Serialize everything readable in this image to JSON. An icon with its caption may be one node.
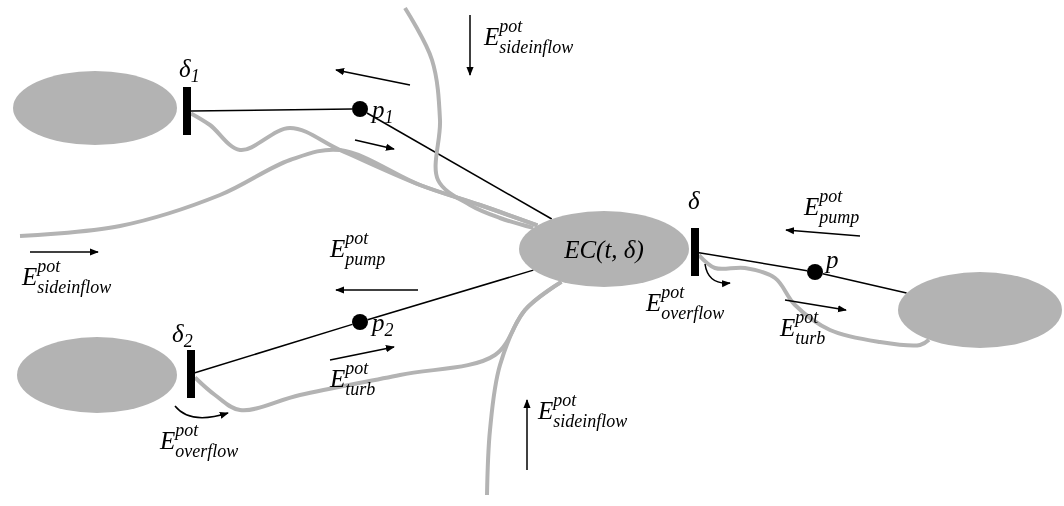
{
  "diagram": {
    "nodes": [
      {
        "text": [],
        "shape": "ellipse"
      },
      {
        "text": [
          "δ$_{1}$"
        ]
      },
      {
        "text": [
          "p$_{1}$"
        ]
      },
      {
        "text": [
          "EC(t, δ)"
        ]
      },
      {
        "text": [],
        "shape": "ellipse"
      },
      {
        "text": [
          "δ$_{2}$"
        ]
      },
      {
        "text": [
          "p$_{2}$"
        ]
      },
      {
        "text": [
          "δ"
        ]
      },
      {
        "text": [
          "p"
        ]
      },
      {
        "text": [],
        "shape": "ellipse"
      }
    ],
    "edges": [
      {
        "from": 1,
        "to": 2,
        "arrow": "none"
      },
      {
        "from": 2,
        "to": 3,
        "arrow": "none"
      },
      {
        "from": 5,
        "to": 6,
        "arrow": "none"
      },
      {
        "from": 6,
        "to": 3,
        "arrow": "none"
      },
      {
        "from": 7,
        "to": 8,
        "arrow": "none"
      },
      {
        "from": 8,
        "to": 9,
        "arrow": "none"
      },
      {
        "from": 1,
        "to": 3,
        "arrow": "none",
        "style": "thick",
        "color": "#b3b3b3"
      },
      {
        "from": null,
        "to": 3,
        "arrow": "none",
        "style": "thick",
        "color": "#b3b3b3"
      },
      {
        "from": null,
        "to": 3,
        "arrow": "none",
        "style": "thick",
        "color": "#b3b3b3"
      },
      {
        "from": 5,
        "to": 3,
        "arrow": "none",
        "style": "thick",
        "color": "#b3b3b3"
      },
      {
        "from": null,
        "to": 3,
        "arrow": "none",
        "style": "thick",
        "color": "#b3b3b3"
      },
      {
        "from": 7,
        "to": 9,
        "arrow": "none",
        "style": "thick",
        "color": "#b3b3b3"
      }
    ],
    "labels": [
      "E$^{pot}$$_{sideinflow}$",
      "E$^{pot}$$_{sideinflow}$",
      "E$^{pot}$$_{pump}$",
      "E$^{pot}$$_{pump}$",
      "E$^{pot}$$_{overflow}$",
      "E$^{pot}$$_{turb}$",
      "E$^{pot}$$_{turb}$",
      "E$^{pot}$$_{overflow}$",
      "E$^{pot}$$_{sideinflow}$"
    ]
  }
}
